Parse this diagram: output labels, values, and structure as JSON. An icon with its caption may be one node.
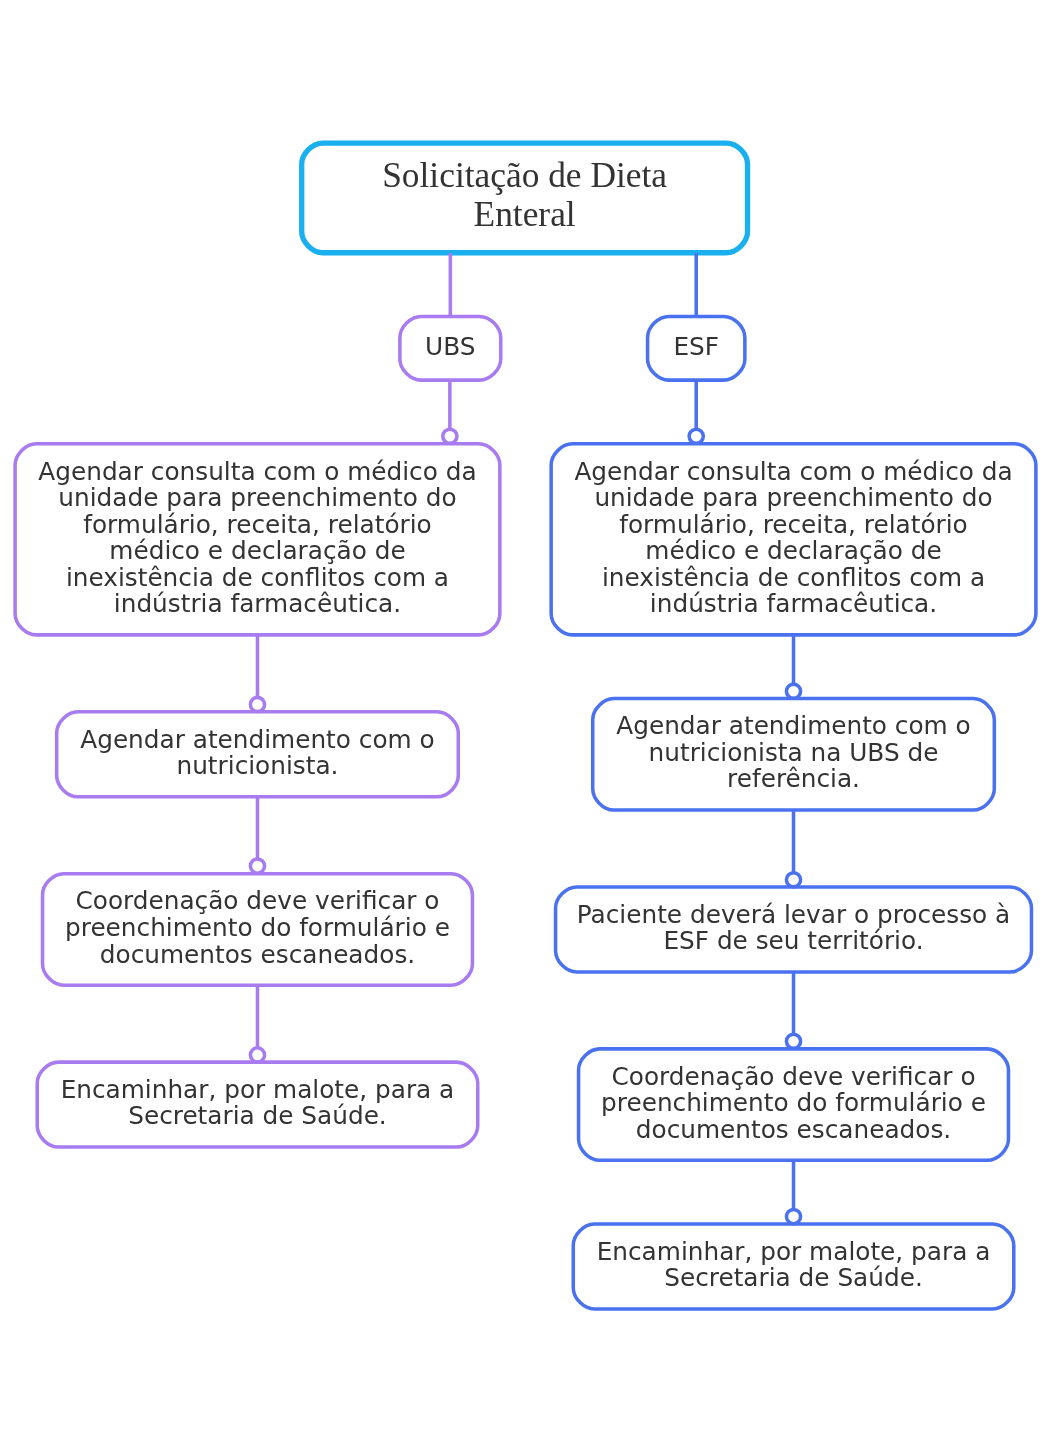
{
  "diagram": {
    "nodes": [
      {
        "text": [
          "Solicitação de Dieta Enteral"
        ]
      },
      {
        "text": [
          "UBS"
        ]
      },
      {
        "text": [
          "ESF"
        ]
      },
      {
        "text": [
          "Agendar consulta com o médico da unidade para preenchimento do formulário, receita, relatório médico e declaração de inexistência de conflitos com a indústria farmacêutica."
        ]
      },
      {
        "text": [
          "Agendar atendimento com o nutricionista."
        ]
      },
      {
        "text": [
          "Coordenação deve verificar o preenchimento do formulário e documentos escaneados."
        ]
      },
      {
        "text": [
          "Encaminhar, por malote, para a Secretaria de Saúde."
        ]
      },
      {
        "text": [
          "Agendar consulta com o médico da unidade para preenchimento do formulário, receita, relatório médico e declaração de inexistência de conflitos com a indústria farmacêutica."
        ]
      },
      {
        "text": [
          "Agendar atendimento com o nutricionista na UBS de referência."
        ]
      },
      {
        "text": [
          "Paciente deverá levar o processo à ESF de seu território."
        ]
      },
      {
        "text": [
          "Coordenação deve verificar o preenchimento do formulário e documentos escaneados."
        ]
      },
      {
        "text": [
          "Encaminhar, por malote, para a Secretaria de Saúde."
        ]
      }
    ],
    "edges": [
      {
        "from": 0,
        "to": 1,
        "arrow": "none",
        "color": "#a87cf0"
      },
      {
        "from": 0,
        "to": 2,
        "arrow": "none"
      },
      {
        "from": 1,
        "to": 3,
        "arrow": "other",
        "color": "#a87cf0"
      },
      {
        "from": 3,
        "to": 4,
        "arrow": "other",
        "color": "#a87cf0"
      },
      {
        "from": 4,
        "to": 5,
        "arrow": "other",
        "color": "#a87cf0"
      },
      {
        "from": 5,
        "to": 6,
        "arrow": "other",
        "color": "#a87cf0"
      },
      {
        "from": 2,
        "to": 7,
        "arrow": "other"
      },
      {
        "from": 7,
        "to": 8,
        "arrow": "other"
      },
      {
        "from": 8,
        "to": 9,
        "arrow": "other"
      },
      {
        "from": 9,
        "to": 10,
        "arrow": "other"
      },
      {
        "from": 10,
        "to": 11,
        "arrow": "other"
      }
    ]
  }
}
